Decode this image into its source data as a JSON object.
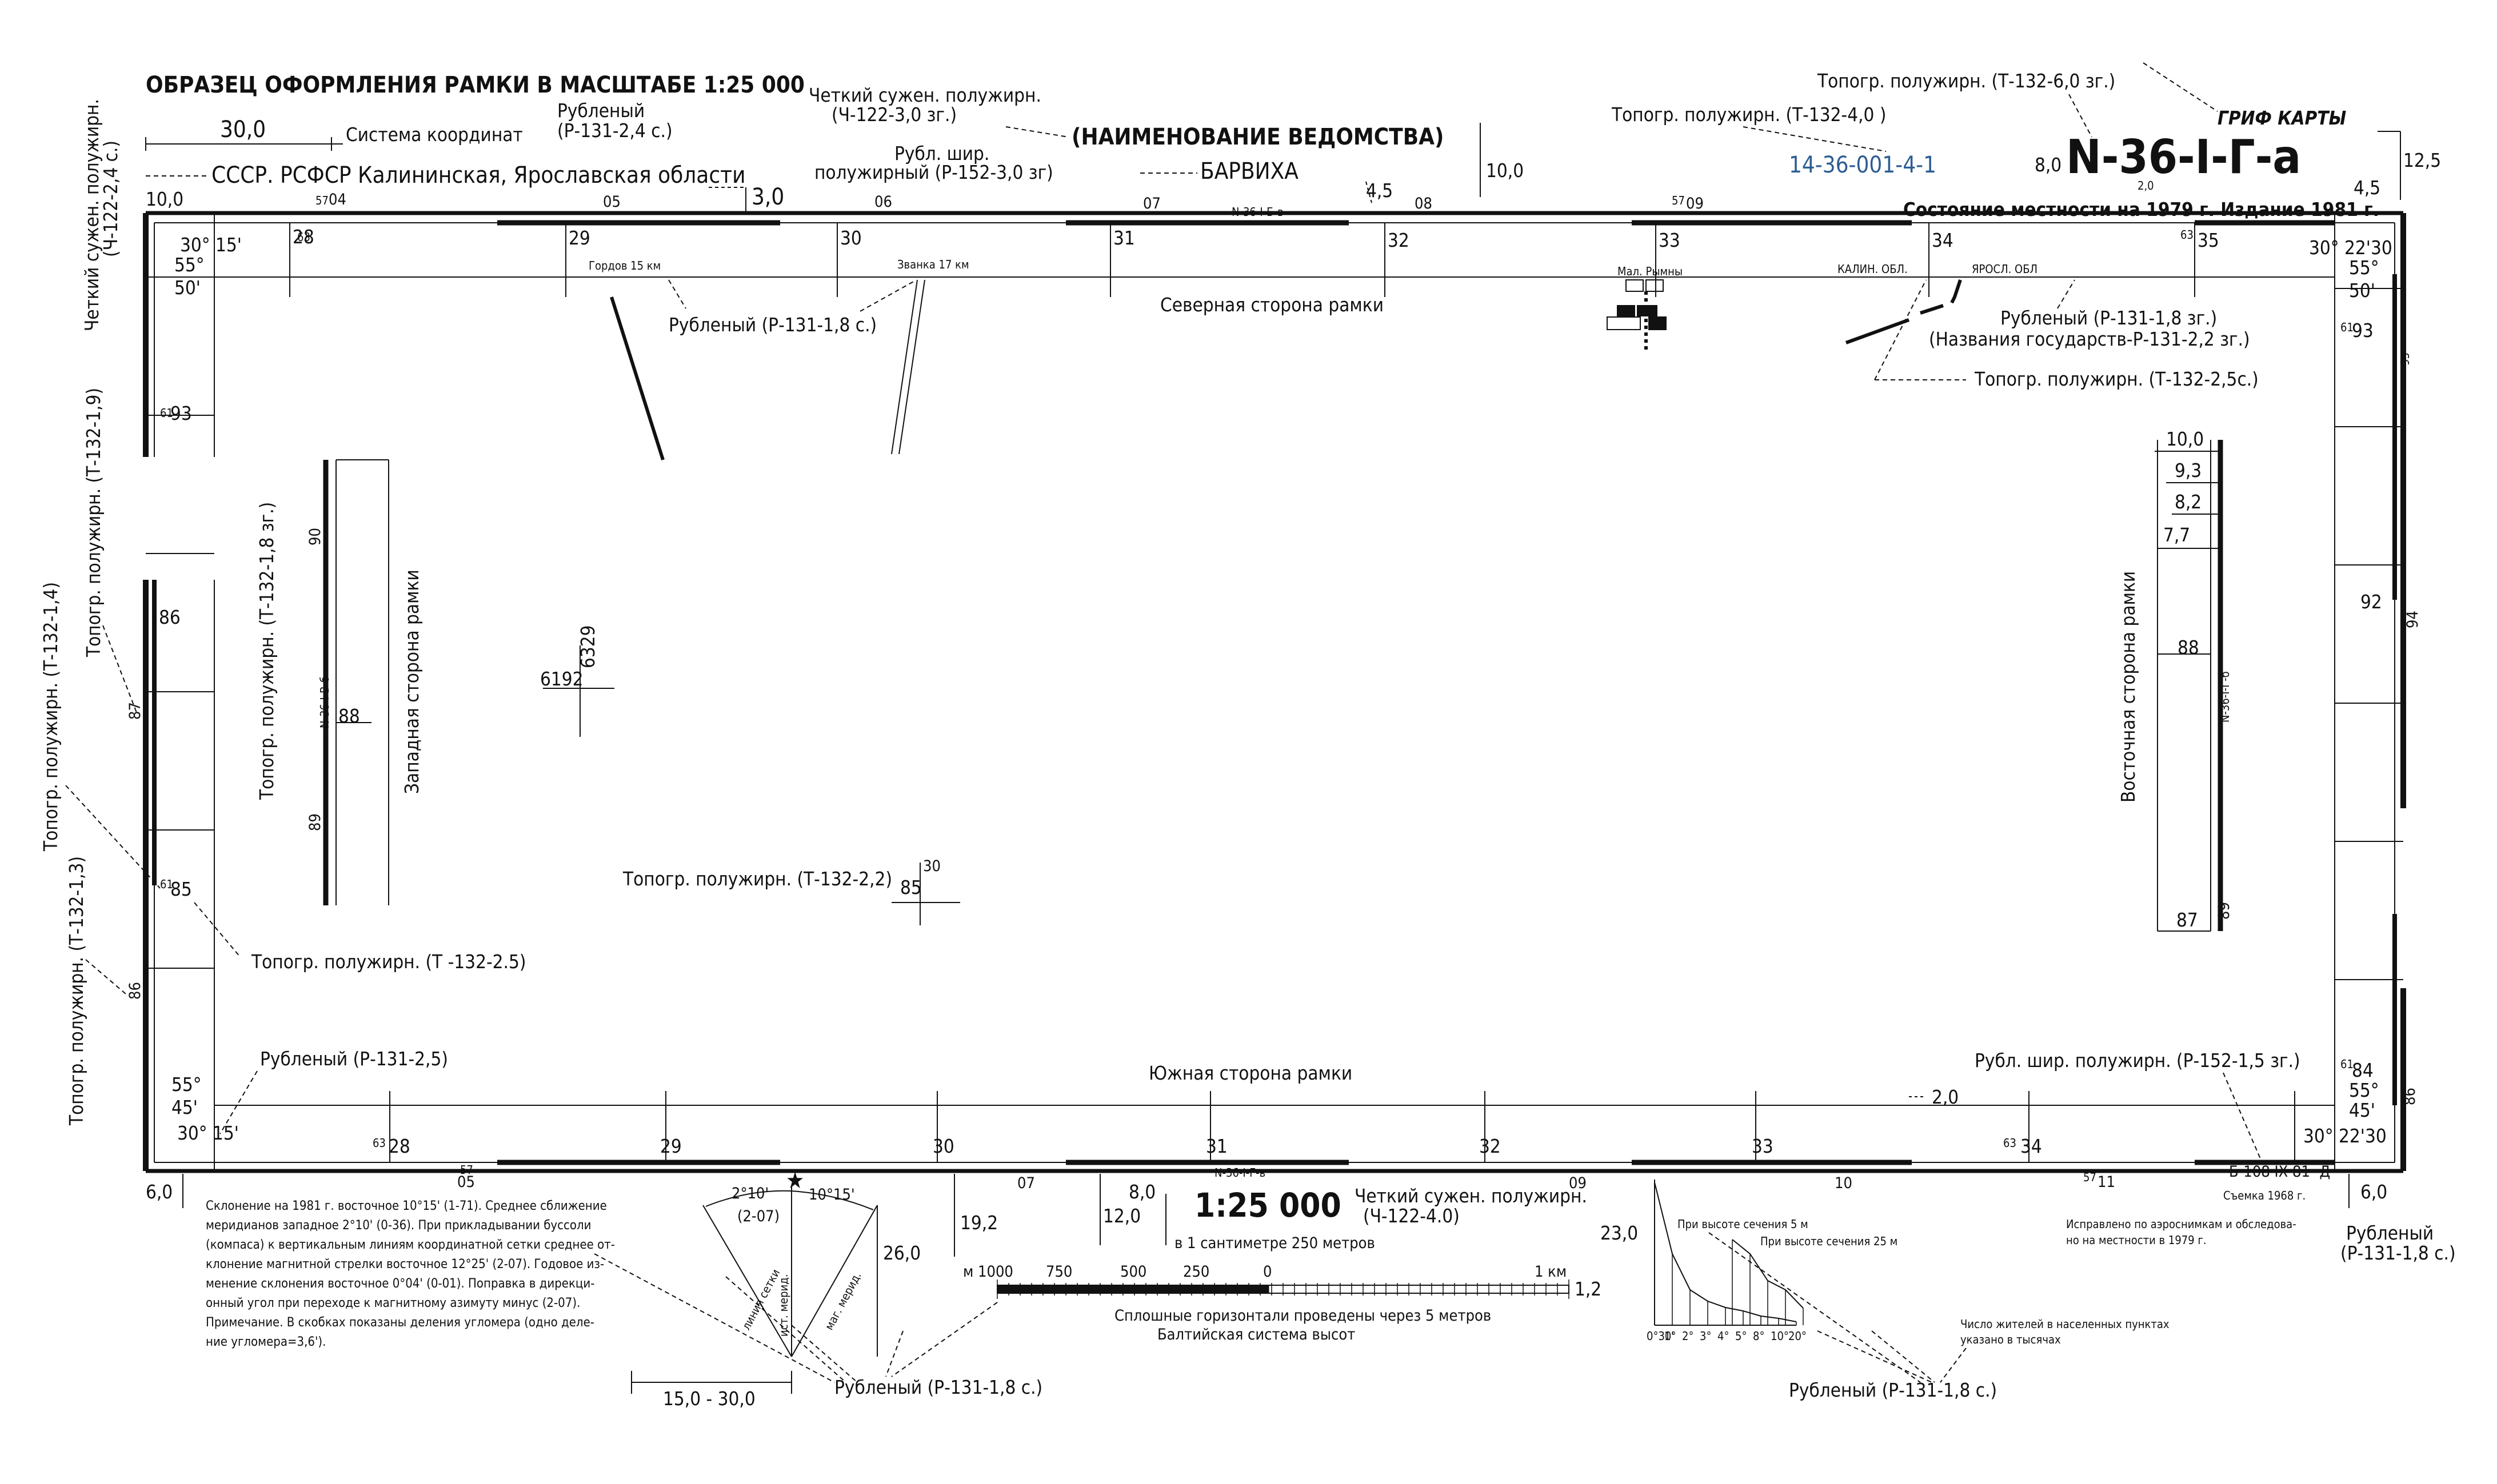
{
  "sample_title": "ОБРАЗЕЦ ОФОРМЛЕНИЯ РАМКИ В МАСШТАБЕ 1:25 000",
  "north": {
    "coord_system_dim": "30,0",
    "coord_system_label": "Система координат",
    "region_line": "СССР. РСФСР Калининская, Ярославская области",
    "font_note_region": "Рубленый",
    "font_note_region_code": "(Р-131-2,4 с.)",
    "font_note_ministry_1": "Четкий сужен. полужирн.",
    "font_note_ministry_2": "(Ч-122-3,0 зг.)",
    "ministry": "(НАИМЕНОВАНИЕ ВЕДОМСТВА)",
    "font_note_name_1": "Рубл. шир.",
    "font_note_name_2": "полужирный (Р-152-3,0 зг)",
    "map_name": "БАРВИХА",
    "nomenclature_font_note": "Топогр. полужирн. (Т-132-4,0 )",
    "grif_font_note": "Топогр. полужирн. (Т-132-6,0 зг.)",
    "grif": "ГРИФ КАРТЫ",
    "registry_number": "14-36-001-4-1",
    "nomenclature": "N-36-I-Г-а",
    "state_edition": "Состояние местности на 1979 г. Издание 1981 г.",
    "adjacent_sheet": "N-36-I-Б-в",
    "side_label": "Северная сторона рамки",
    "lat_left": "55°",
    "min_left": "50'",
    "lon_left": "30° 15'",
    "lat_right": "55°",
    "min_right": "50'",
    "lon_right": "30° 22'30",
    "dims": [
      "10,0",
      "3,0",
      "4,5",
      "10,0",
      "8,0",
      "2,0",
      "12,5",
      "4,5"
    ],
    "grid_top_labels": [
      "04",
      "05",
      "06",
      "07",
      "08",
      "09"
    ],
    "grid_km_labels": [
      "28",
      "29",
      "30",
      "31",
      "32",
      "33",
      "34",
      "35"
    ],
    "grid_prefix_57": "57",
    "grid_prefix_63": "63",
    "road_gordov": "Гордов 15 км",
    "road_zvanka": "Званка 17 км",
    "road_font_note": "Рубленый (Р-131-1,8 с.)",
    "town": "Мал. Рымны",
    "oblast_left": "КАЛИН. ОБЛ.",
    "oblast_right": "ЯРОСЛ. ОБЛ",
    "oblast_font_1": "Рубленый (Р-131-1,8 зг.)",
    "oblast_font_2": "(Названия государств-Р-131-2,2 зг.)",
    "oblast_font_3": "Топогр. полужирн. (Т-132-2,5с.)"
  },
  "west": {
    "margin_note_1": "Четкий сужен. полужирн.",
    "margin_note_2": "(Ч-122-2,4 с.)",
    "font_note_19": "Топогр. полужирн. (Т-132-1,9)",
    "font_note_14": "Топогр. полужирн. (Т-132-1,4)",
    "font_note_13": "Топогр. полужирн. (Т-132-1,3)",
    "font_note_18": "Топогр. полужирн. (Т-132-1,8 зг.)",
    "font_note_25": "Топогр. полужирн. (Т -132-2.5)",
    "side_label": "Западная сторона рамки",
    "adjacent_sheet": "N-36-I-В-б",
    "labels": [
      "93",
      "86",
      "87",
      "85",
      "86",
      "90",
      "88",
      "89"
    ],
    "prefix_61": "61"
  },
  "east": {
    "side_label": "Восточная сторона рамки",
    "adjacent_sheet": "N-36-I-Г-б",
    "dims": [
      "10,0",
      "9,3",
      "8,2",
      "7,7"
    ],
    "labels": [
      "93",
      "95",
      "92",
      "94",
      "88",
      "87",
      "89",
      "84",
      "86"
    ]
  },
  "center": {
    "grid_label_a": "6192",
    "grid_label_b": "6329",
    "font_note": "Топогр. полужирн. (Т-132-2,2)",
    "grid_85": "85",
    "grid_30": "30"
  },
  "south": {
    "side_label": "Южная сторона рамки",
    "font_note_left": "Рубленый (Р-131-2,5)",
    "font_note_right": "Рубл. шир. полужирн. (Р-152-1,5 зг.)",
    "lat_left": "55°",
    "min_left": "45'",
    "lon_left": "30° 15'",
    "lat_right": "55°",
    "min_right": "45'",
    "lon_right": "30° 22'30",
    "dim_2": "2,0",
    "bottom_grid_labels": [
      "05",
      "07",
      "09",
      "10",
      "11"
    ],
    "adjacent_sheet": "N-36-I-Г-в",
    "print_code": "Б-108 IX 81 -Д",
    "declination_text": [
      "Склонение на 1981 г. восточное 10°15' (1-71). Среднее сближение",
      "меридианов западное 2°10' (0-36). При прикладывании буссоли",
      "(компаса) к вертикальным линиям координатной сетки среднее от-",
      "клонение магнитной стрелки восточное 12°25' (2-07). Годовое из-",
      "менение склонения восточное 0°04' (0-01). Поправка в дирекци-",
      "онный угол при переходе к магнитному азимуту минус (2-07).",
      "Примечание. В скобках показаны деления угломера (одно деле-",
      "ние угломера=3,6')."
    ],
    "angle_2_10": "2°10'",
    "angle_2_07": "(2-07)",
    "angle_10_15": "10°15'",
    "line_grid": "линия сетки",
    "line_true": "ист. мерид.",
    "line_mag": "маг. мерид.",
    "dims": [
      "6,0",
      "26,0",
      "19,2",
      "12,0",
      "8,0",
      "15,0 - 30,0",
      "1,2",
      "23,0",
      "6,0"
    ],
    "scale": "1:25 000",
    "scale_font_1": "Четкий сужен. полужирн.",
    "scale_font_2": "(Ч-122-4.0)",
    "scale_text": "в 1 сантиметре 250 метров",
    "scale_ticks": [
      "м 1000",
      "750",
      "500",
      "250",
      "0",
      "1 км"
    ],
    "contour_1": "Сплошные горизонтали проведены через 5 метров",
    "contour_2": "Балтийская система высот",
    "slope_5": "При высоте сечения 5 м",
    "slope_25": "При высоте сечения 25 м",
    "slope_ticks": [
      "0°30'",
      "1°",
      "2°",
      "3°",
      "4°",
      "5°",
      "8°",
      "10°",
      "20°"
    ],
    "population_1": "Число жителей в населенных пунктах",
    "population_2": "указано в тысячах",
    "survey_1": "Съемка 1968 г.",
    "survey_2": "Исправлено по аэроснимкам и обследова-",
    "survey_3": "но на местности в 1979 г.",
    "font_note_rubl": "Рубленый (Р-131-1,8 с.)",
    "font_note_rubl_right_1": "Рубленый",
    "font_note_rubl_right_2": "(Р-131-1,8 с.)"
  }
}
